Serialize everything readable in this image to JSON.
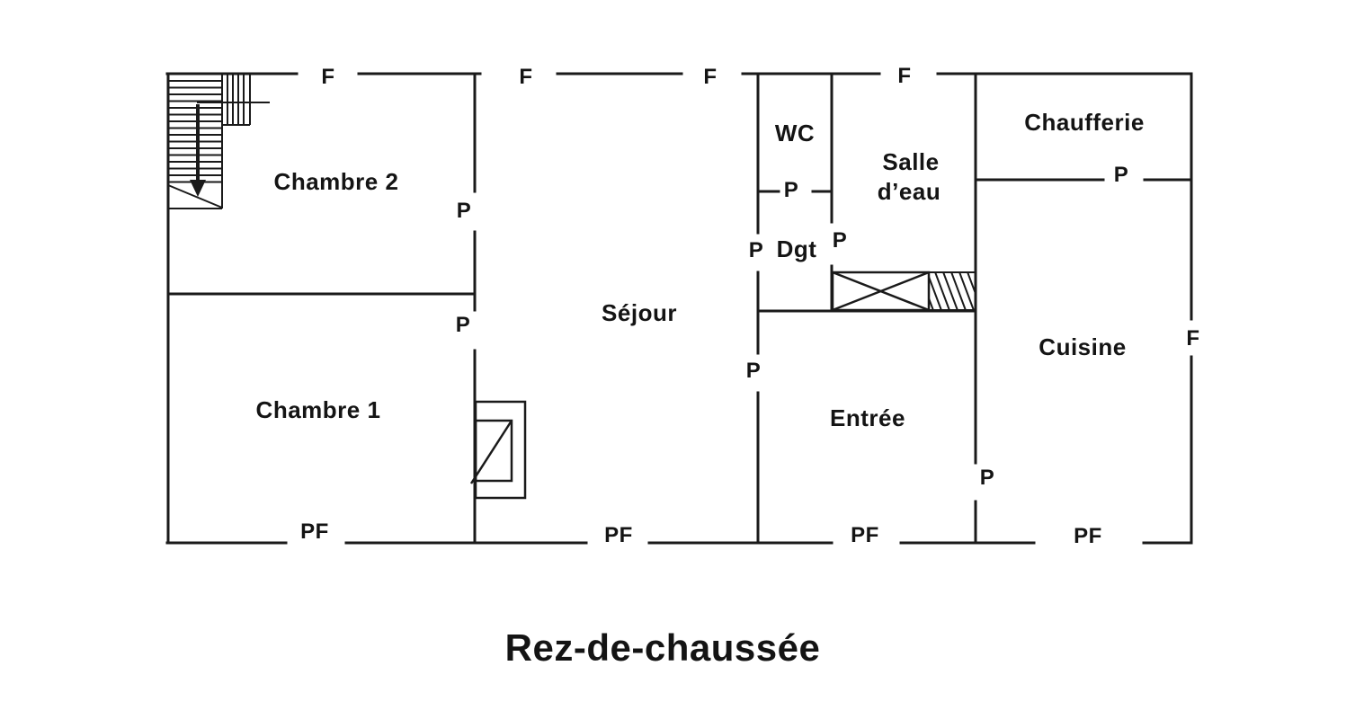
{
  "title": "Rez-de-chaussée",
  "plan": {
    "rooms": {
      "chambre2": "Chambre 2",
      "chambre1": "Chambre 1",
      "sejour": "Séjour",
      "wc": "WC",
      "dgt": "Dgt",
      "salle_eau_line1": "Salle",
      "salle_eau_line2": "d’eau",
      "entree": "Entrée",
      "chaufferie": "Chaufferie",
      "cuisine": "Cuisine"
    },
    "opening_labels": {
      "window": "F",
      "door": "P",
      "french_window": "PF"
    },
    "symbols": [
      "staircase-with-treads",
      "winder-steps",
      "stair-down-arrow",
      "stair-cut-line",
      "fireplace",
      "crossed-rectangle-fixture",
      "hatched-rectangle-flue"
    ],
    "colors": {
      "line": "#1a1a1a",
      "text": "#141414",
      "background": "#ffffff"
    }
  }
}
